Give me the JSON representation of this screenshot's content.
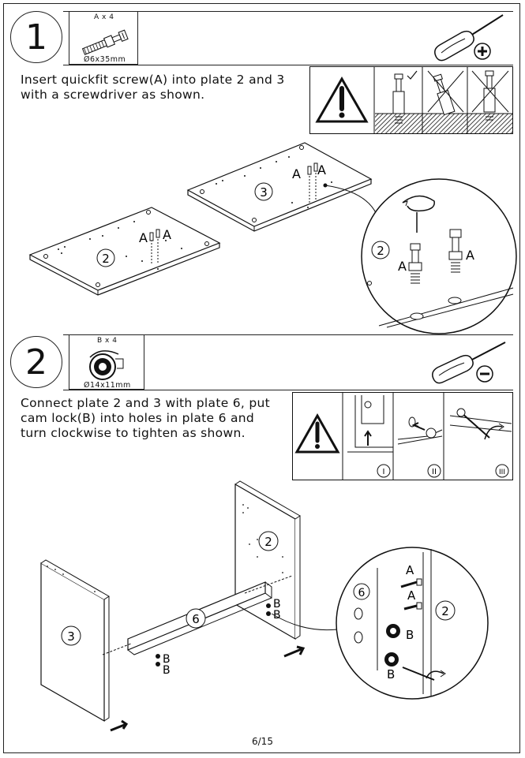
{
  "step1": {
    "number": "1",
    "part": {
      "label": "A x 4",
      "size": "Ø6x35mm"
    },
    "instruction": "Insert quickfit screw(A) into plate 2 and 3\nwith a screwdriver as shown.",
    "plates": [
      "2",
      "3"
    ],
    "part_letter": "A"
  },
  "step2": {
    "number": "2",
    "part": {
      "label": "B x 4",
      "size": "Ø14x11mm"
    },
    "instruction": "Connect plate 2 and 3 with plate 6, put\ncam lock(B) into holes in plate 6 and\nturn clockwise to tighten as shown.",
    "plates": [
      "2",
      "3",
      "6"
    ],
    "part_letters": [
      "A",
      "B"
    ],
    "sub_steps": [
      "I",
      "II",
      "III"
    ]
  },
  "footer": {
    "page": "6/15"
  }
}
